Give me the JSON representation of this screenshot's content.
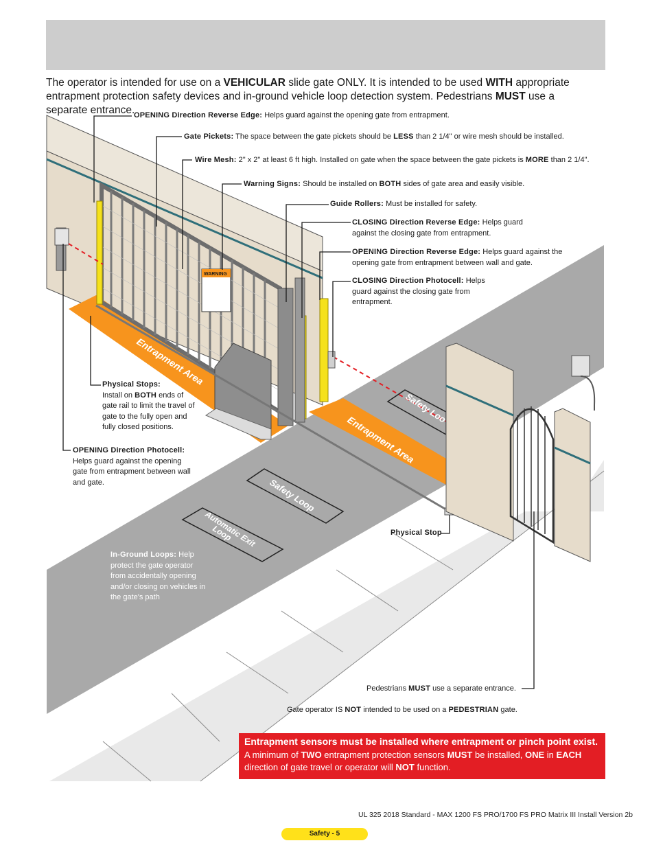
{
  "intro": {
    "t1": "The operator is intended for use on a ",
    "b1": "VEHICULAR",
    "t2": " slide gate ONLY. It is intended to be used ",
    "b2": "WITH",
    "t3": " appropriate entrapment protection safety devices and in-ground vehicle loop detection system. Pedestrians ",
    "b3": "MUST",
    "t4": " use a separate entrance."
  },
  "callouts": {
    "opening_edge_1": {
      "label": "OPENING Direction Reverse Edge:",
      "text": " Helps guard against the opening gate from entrapment."
    },
    "gate_pickets": {
      "label": "Gate Pickets:",
      "t1": " The space between the gate pickets should be ",
      "b1": "LESS",
      "t2": " than 2 1/4\" or wire mesh should be installed."
    },
    "wire_mesh": {
      "label": "Wire Mesh:",
      "t1": " 2\" x 2\" at least 6 ft high. Installed on gate when the space between the gate pickets is ",
      "b1": "MORE",
      "t2": " than 2 1/4\"."
    },
    "warning_signs": {
      "label": "Warning Signs:",
      "t1": " Should be installed on ",
      "b1": "BOTH",
      "t2": " sides of gate area and easily visible."
    },
    "guide_rollers": {
      "label": "Guide Rollers:",
      "text": " Must be installed for safety."
    },
    "closing_edge": {
      "label": "CLOSING Direction Reverse Edge:",
      "text": " Helps guard against the closing gate from entrapment."
    },
    "opening_edge_2": {
      "label": "OPENING Direction Reverse Edge:",
      "text": " Helps guard against the opening gate from entrapment between wall and gate."
    },
    "closing_photocell": {
      "label": "CLOSING Direction Photocell:",
      "text": " Helps guard against the closing gate from entrapment."
    },
    "physical_stops": {
      "label": "Physical Stops:",
      "t1": "Install on ",
      "b1": "BOTH",
      "t2": " ends of gate rail to limit the travel of gate to the fully open and fully closed positions."
    },
    "opening_photocell": {
      "label": "OPENING Direction Photocell:",
      "text": "Helps guard against the opening gate from entrapment between wall and gate."
    },
    "physical_stop": {
      "label": "Physical Stop"
    },
    "in_ground_loops": {
      "label": "In-Ground Loops:",
      "text": " Help protect the gate operator from accidentally opening and/or closing on vehicles in the gate's path"
    },
    "pedestrians": {
      "t1": "Pedestrians ",
      "b1": "MUST",
      "t2": " use a separate entrance."
    },
    "not_pedestrian": {
      "t1": "Gate operator IS ",
      "b1": "NOT",
      "t2": " intended to be used on a ",
      "b2": "PEDESTRIAN",
      "t3": " gate."
    }
  },
  "diagram_labels": {
    "entrapment_area": "Entrapment Area",
    "safety_loop": "Safety Loop",
    "safety_loop_partial": "Safety Loo",
    "exit_loop_1": "Automatic Exit",
    "exit_loop_2": "Loop",
    "sign_word": "WARNING"
  },
  "warning_box": {
    "title": "Entrapment sensors must be installed where entrapment or pinch point exist.",
    "t1": "A minimum of ",
    "b1": "TWO",
    "t2": " entrapment protection sensors ",
    "b2": "MUST",
    "t3": " be installed, ",
    "b3": "ONE",
    "t4": " in ",
    "b4": "EACH",
    "t5": " direction of gate travel or operator will ",
    "b5": "NOT",
    "t6": " function."
  },
  "footer": {
    "doc_title": "UL 325 2018 Standard - MAX 1200 FS PRO/1700 FS PRO Matrix III Install Version 2b",
    "page_label": "Safety - 5"
  },
  "colors": {
    "header_band": "#cdcdcd",
    "asphalt": "#a8a8a8",
    "entrapment_orange": "#f7941d",
    "edge_yellow": "#f5e11c",
    "warning_red": "#e31e24",
    "wall_beige": "#e6dccb"
  }
}
